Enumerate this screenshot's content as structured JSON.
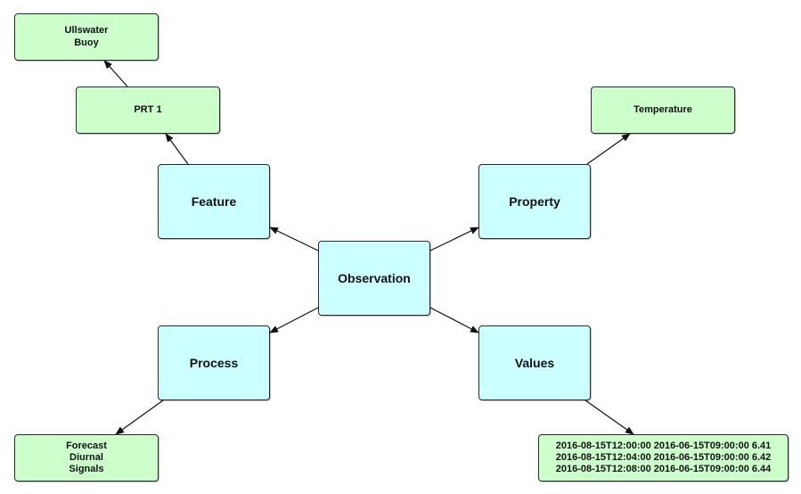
{
  "nodes": {
    "observation": "Observation",
    "feature": "Feature",
    "property": "Property",
    "process": "Process",
    "values": "Values",
    "prt1": "PRT 1",
    "ullswater": "Ullswater\nBuoy",
    "temperature": "Temperature",
    "forecast": "Forecast\nDiurnal\nSignals",
    "values_data": "2016-08-15T12:00:00 2016-06-15T09:00:00 6.41\n2016-08-15T12:04:00 2016-06-15T09:00:00 6.42\n2016-08-15T12:08:00 2016-06-15T09:00:00 6.44"
  },
  "colors": {
    "leaf_fill": "#ccffcc",
    "core_fill": "#ccffff",
    "border": "#2b2b2b"
  }
}
